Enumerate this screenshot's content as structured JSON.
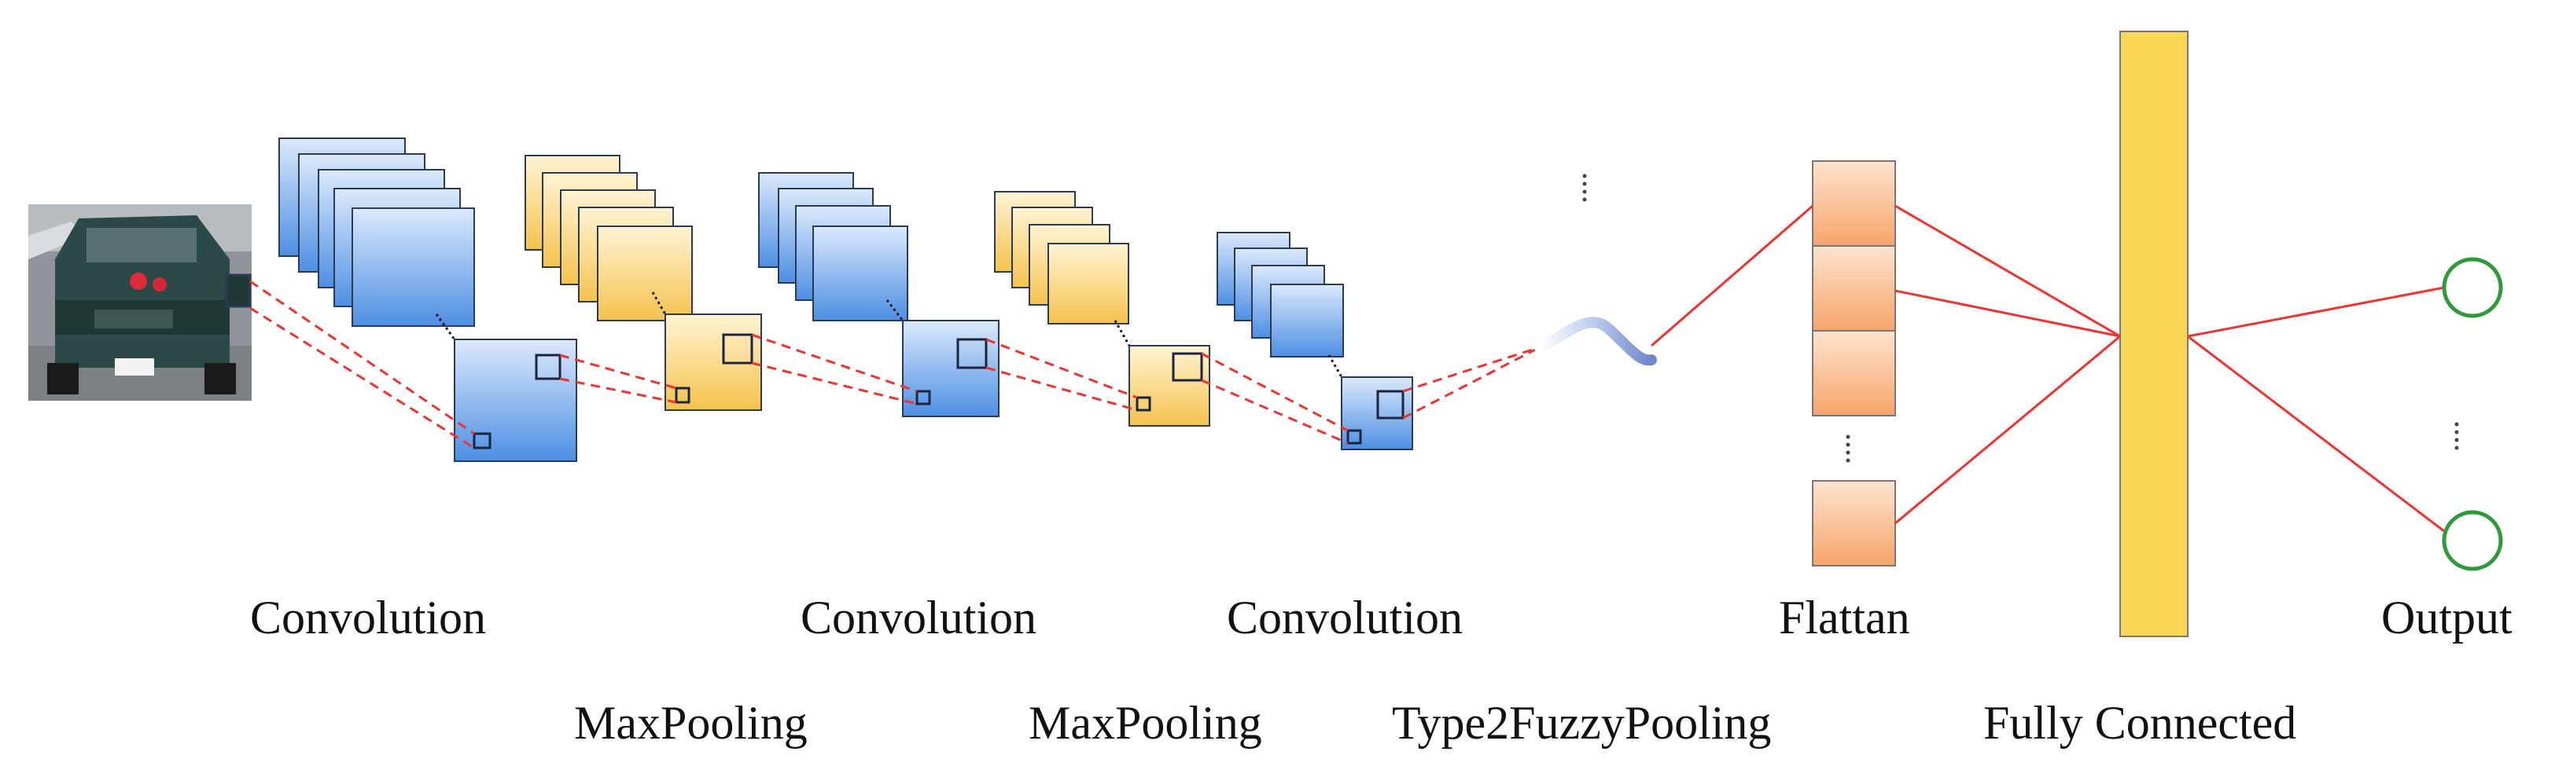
{
  "labels": {
    "conv1": "Convolution",
    "conv2": "Convolution",
    "conv3": "Convolution",
    "pool1": "MaxPooling",
    "pool2": "MaxPooling",
    "fuzzy_pool": "Type2FuzzyPooling",
    "flatten": "Flattan",
    "fully_connected": "Fully Connected",
    "output": "Output"
  },
  "colors": {
    "conv_gradient_top": "#dce9fb",
    "conv_gradient_bottom": "#4d8fe3",
    "pool_gradient_top": "#fff4d4",
    "pool_gradient_bottom": "#f5c24d",
    "flatten_gradient_top": "#fde3cf",
    "flatten_gradient_bottom": "#f7a56a",
    "fully_connected": "#fcd757",
    "connection_line": "#ee3333",
    "output_node": "#2e9a3a",
    "box_border": "#2b3a55"
  },
  "icons": {
    "input_image": "vehicle-photo"
  }
}
